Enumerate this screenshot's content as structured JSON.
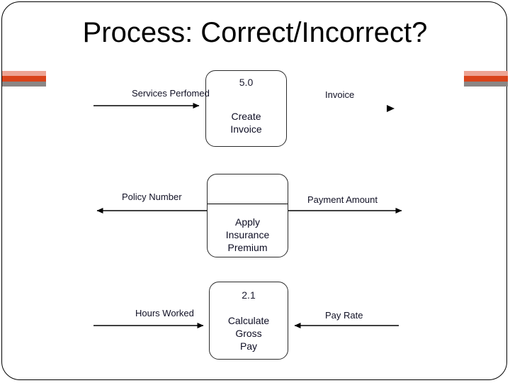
{
  "slide": {
    "title": "Process: Correct/Incorrect?",
    "background_color": "#ffffff",
    "frame_color": "#000000"
  },
  "decoration": {
    "bar_left_name": "decorative-bar-left",
    "bar_right_name": "decorative-bar-right",
    "stripe_colors": [
      "#eda393",
      "#d9431a",
      "#8b8685"
    ]
  },
  "diagram": {
    "type": "data-flow-diagram",
    "line_color": "#000000",
    "processes": [
      {
        "id": "create-invoice",
        "number": "5.0",
        "name": "Create\nInvoice",
        "name_lines": [
          "Create",
          "Invoice"
        ],
        "has_divider": false
      },
      {
        "id": "apply-insurance-premium",
        "number": "",
        "name": "Apply\nInsurance\nPremium",
        "name_lines": [
          "Apply",
          "Insurance",
          "Premium"
        ],
        "has_divider": true
      },
      {
        "id": "calculate-gross-pay",
        "number": "2.1",
        "name": "Calculate\nGross\nPay",
        "name_lines": [
          "Calculate",
          "Gross",
          "Pay"
        ],
        "has_divider": false
      }
    ],
    "flows": [
      {
        "id": "services-performed",
        "label": "Services Perfomed",
        "direction": "right",
        "target": "create-invoice"
      },
      {
        "id": "invoice",
        "label": "Invoice",
        "direction": "right",
        "source": "create-invoice"
      },
      {
        "id": "policy-number",
        "label": "Policy Number",
        "direction": "left",
        "source": "apply-insurance-premium"
      },
      {
        "id": "payment-amount",
        "label": "Payment Amount",
        "direction": "right",
        "source": "apply-insurance-premium"
      },
      {
        "id": "hours-worked",
        "label": "Hours Worked",
        "direction": "right",
        "target": "calculate-gross-pay"
      },
      {
        "id": "pay-rate",
        "label": "Pay Rate",
        "direction": "left",
        "target": "calculate-gross-pay"
      }
    ]
  }
}
